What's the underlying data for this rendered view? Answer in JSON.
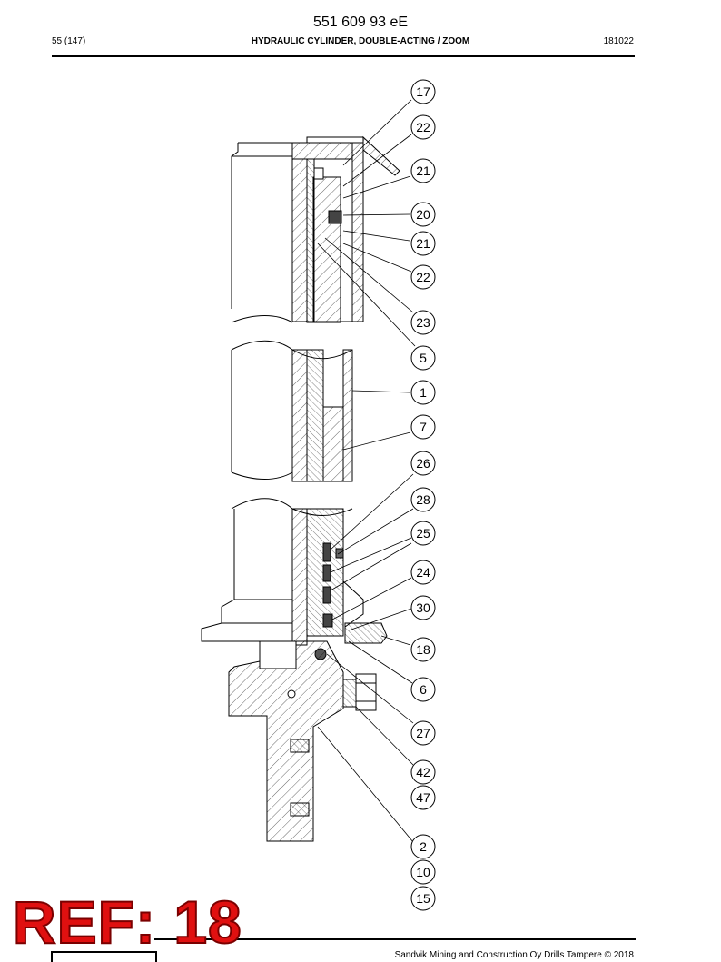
{
  "document": {
    "number": "551 609 93 eE",
    "page": "55 (147)",
    "title": "HYDRAULIC CYLINDER, DOUBLE-ACTING / ZOOM",
    "date_code": "181022",
    "footer": "Sandvik Mining and Construction Oy Drills Tampere © 2018",
    "ref_label": "REF: 18"
  },
  "colors": {
    "ref": "#e01010",
    "line": "#000000"
  },
  "callouts": [
    "17",
    "22",
    "21",
    "20",
    "21",
    "22",
    "23",
    "5",
    "1",
    "7",
    "26",
    "28",
    "25",
    "24",
    "30",
    "18",
    "6",
    "27",
    "42",
    "47",
    "2",
    "10",
    "15"
  ]
}
